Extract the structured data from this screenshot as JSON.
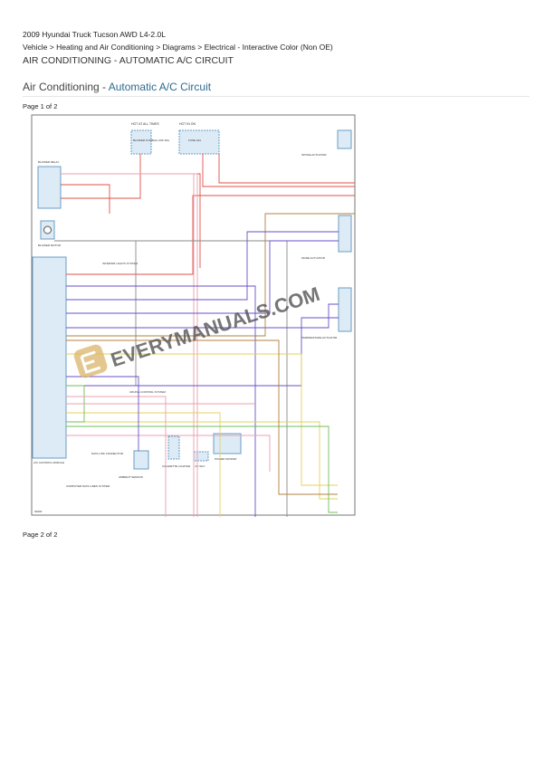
{
  "header": {
    "vehicle": "2009 Hyundai Truck Tucson AWD L4-2.0L",
    "breadcrumb": "Vehicle > Heating and Air Conditioning > Diagrams > Electrical - Interactive Color (Non OE)",
    "doc_title": "AIR CONDITIONING - AUTOMATIC A/C CIRCUIT"
  },
  "section": {
    "prefix": "Air Conditioning - ",
    "link": "Automatic A/C Circuit"
  },
  "pages": {
    "page1": "Page 1 of 2",
    "page2": "Page 2 of 2"
  },
  "diagram": {
    "labels": {
      "hot1": "HOT AT ALL TIMES",
      "hot2": "HOT IN ON",
      "blower_relay": "BLOWER RELAY",
      "blower_motor": "BLOWER MOTOR",
      "fuse1": "BLOWER FUSIBLE LINK 30A",
      "fuse2": "FUSE 10A",
      "module": "A/C CONTROL MODULE",
      "dlc": "DATA LINK CONNECTOR",
      "cdl": "COMPUTER DATA LINES SYSTEM",
      "ambient": "AMBIENT SENSOR",
      "lighter": "CIGARETTE LIGHTER",
      "jb": "J/C W17",
      "mosfet": "POWER MOSFET",
      "mode_act": "MODE ACTUATOR",
      "temp_act": "TEMPERATURE ACTUATOR",
      "intake_act": "INTAKE ACTUATOR",
      "cruise": "CRUISE CONTROL SYSTEM",
      "interior": "INTERIOR LIGHTS SYSTEM",
      "code": "00000"
    },
    "watermark": "EVERYMANUALS.COM",
    "wire_colors": {
      "red": "#e0504a",
      "pink": "#e8a0b0",
      "purple": "#6a4fc9",
      "yellow": "#e3d35a",
      "green": "#6fbf5a",
      "brown": "#b08040",
      "gray": "#8a8a8a",
      "blue": "#4a7fd0"
    }
  }
}
